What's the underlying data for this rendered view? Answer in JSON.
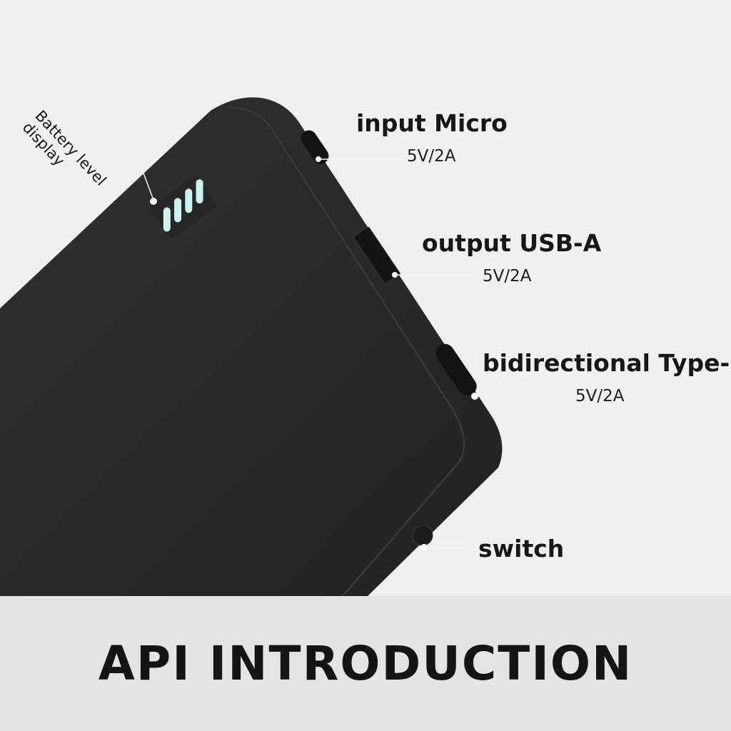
{
  "callouts": {
    "battery_display": {
      "label": "Battery level display"
    },
    "input": {
      "label": "input Micro",
      "spec": "5V/2A"
    },
    "output": {
      "label": "output USB-A",
      "spec": "5V/2A"
    },
    "bidirectional": {
      "label": "bidirectional Type-C",
      "spec": "5V/2A"
    },
    "switch": {
      "label": "switch"
    }
  },
  "battery_level": {
    "lit_bars": 4,
    "total_bars": 4
  },
  "footer": {
    "title": "API INTRODUCTION"
  },
  "colors": {
    "background": "#f1f0ee",
    "device": "#2a2a2a",
    "led": "#cdf3f0",
    "footer": "#e6e4e3"
  }
}
